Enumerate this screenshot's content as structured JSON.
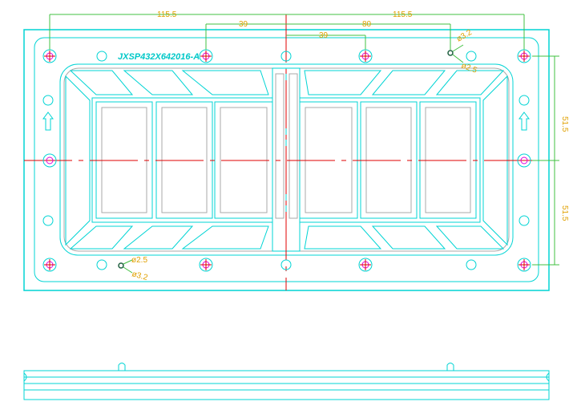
{
  "drawing": {
    "part_code": "JXSP432X642016-A",
    "dimensions": {
      "total_width": "115.5",
      "right_width": "115.5",
      "offset_a": "39",
      "offset_b": "80",
      "offset_c": "39",
      "height_upper": "51.5",
      "height_lower": "51.5"
    },
    "hole_labels": {
      "top_outer": "ø3.2",
      "top_inner": "ø2.5",
      "bottom_inner": "ø2.5",
      "bottom_outer": "ø3.2"
    },
    "colors": {
      "outline": "#00d4d4",
      "inner_gray": "#a8a8a8",
      "center_line": "#e00000",
      "dimension": "#e0a000",
      "dimension_line": "#40c040",
      "hole_mark": "#e000e0"
    }
  }
}
